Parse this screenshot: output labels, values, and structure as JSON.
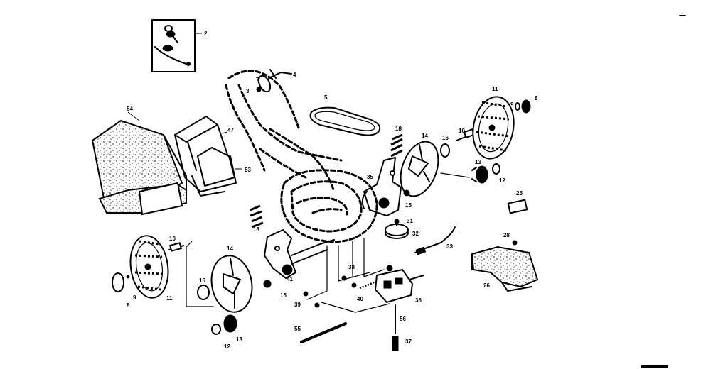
{
  "part_labels": {
    "p2": "2",
    "p3": "3",
    "p4": "4",
    "p5": "5",
    "p7": "7",
    "p8a": "8",
    "p8b": "8",
    "p9a": "9",
    "p9b": "9",
    "p10a": "10",
    "p10b": "10",
    "p11a": "11",
    "p11b": "11",
    "p12a": "12",
    "p12b": "12",
    "p13a": "13",
    "p13b": "13",
    "p14a": "14",
    "p14b": "14",
    "p15a": "15",
    "p15b": "15",
    "p16a": "16",
    "p16b": "16",
    "p18a": "18",
    "p18b": "18",
    "p25": "25",
    "p26": "26",
    "p28": "28",
    "p31": "31",
    "p32": "32",
    "p33": "33",
    "p35": "35",
    "p36": "36",
    "p37": "37",
    "p38": "38",
    "p39": "39",
    "p40": "40",
    "p41": "41",
    "p47": "47",
    "p53": "53",
    "p54": "54",
    "p55": "55",
    "p56": "56"
  }
}
